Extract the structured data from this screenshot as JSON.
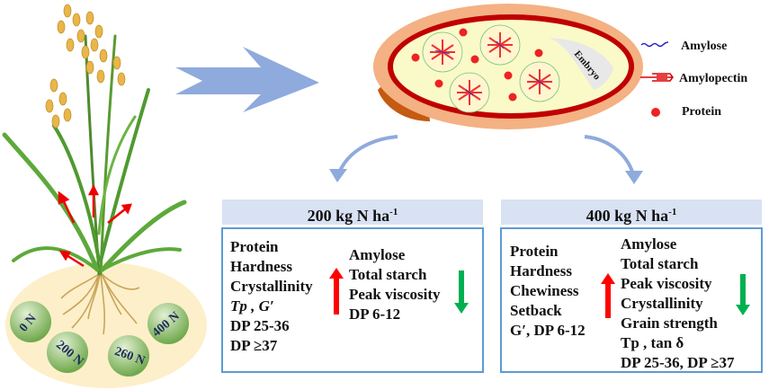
{
  "legend": {
    "amylose": "Amylose",
    "amylopectin": "Amylopectin",
    "protein": "Protein"
  },
  "grain": {
    "embryo_label": "Embryo"
  },
  "soil_treatments": [
    "0 N",
    "200 N",
    "260 N",
    "400 N"
  ],
  "panels": [
    {
      "title": "200 kg N ha",
      "title_sup": "-1",
      "increased": [
        "Protein",
        "Hardness",
        "Crystallinity",
        "Tp , G′",
        "DP 25-36",
        "DP ≥37"
      ],
      "decreased": [
        "Amylose",
        "Total starch",
        "Peak viscosity",
        "DP 6-12"
      ]
    },
    {
      "title": "400 kg N ha",
      "title_sup": "-1",
      "increased": [
        "Protein",
        "Hardness",
        "Chewiness",
        "Setback",
        "G′, DP 6-12"
      ],
      "decreased": [
        "Amylose",
        "Total starch",
        "Peak viscosity",
        "Crystallinity",
        "Grain strength",
        "Tp , tan δ",
        "DP 25-36, DP ≥37"
      ]
    }
  ],
  "colors": {
    "increase": "#ff0000",
    "decrease": "#00b050",
    "header_bg": "#d9e2f3",
    "box_border": "#5b9bd5",
    "arrow": "#8faadc"
  }
}
